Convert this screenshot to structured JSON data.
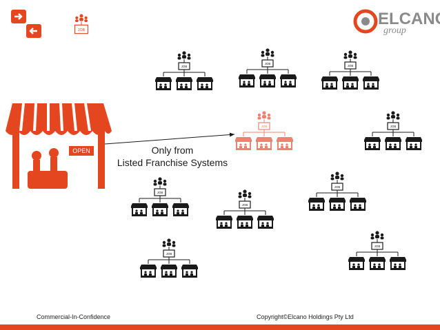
{
  "caption": {
    "line1": "Only from",
    "line2": "Listed Franchise Systems"
  },
  "logo": {
    "brand": "ELCANO",
    "sub": "group",
    "icon": "elcano-globe-logo"
  },
  "store_sign": "OPEN",
  "job_label": "JOB",
  "footer": {
    "left": "Commercial-In-Confidence",
    "right": "Copyright©Elcano Holdings Pty Ltd"
  },
  "colors": {
    "accent": "#e4471f",
    "highlight": "#f08070",
    "dark": "#1a1a1a",
    "logo_gray": "#8a8a8a"
  },
  "icons": {
    "top_left_arrows": [
      "arrow-right-icon",
      "arrow-left-icon"
    ],
    "top_org": "job-org-icon",
    "network_unit": "franchise-network-icon"
  }
}
